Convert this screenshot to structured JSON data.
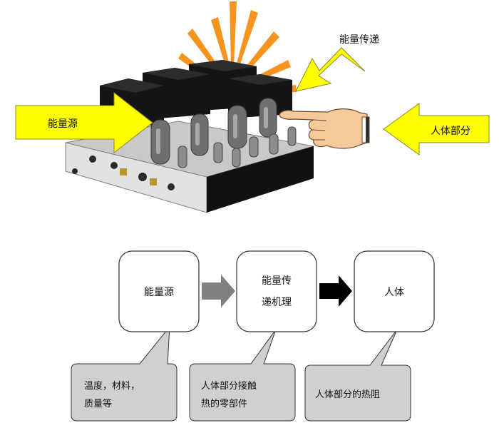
{
  "illustration": {
    "labels": {
      "energy_source": "能量源",
      "energy_transfer": "能量传递",
      "body_part": "人体部分"
    },
    "colors": {
      "arrow_fill": "#ffff00",
      "arrow_stroke": "#8a8a2a",
      "burst": "#f7941d",
      "chassis_top": "#c9c9c9",
      "chassis_front": "#e2e2e2",
      "transformer": "#151515",
      "tube_glass": "#6f6f6f",
      "skin": "#f5c99a"
    },
    "icons": [
      "tube-amplifier-icon",
      "pointing-finger-icon",
      "heat-burst-icon"
    ]
  },
  "flow": {
    "boxes": {
      "source": "能量源",
      "mechanism_line1": "能量传",
      "mechanism_line2": "递机理",
      "body": "人体"
    },
    "callouts": {
      "source_line1": "温度，材料，",
      "source_line2": "质量等",
      "mechanism_line1": "人体部分接触",
      "mechanism_line2": "热的零部件",
      "body_line1": "人体部分的热阻"
    },
    "colors": {
      "box_fill": "#ffffff",
      "box_stroke": "#333333",
      "callout_fill": "#d0d0d0",
      "callout_stroke": "#333333",
      "arrow_gray": "#808080",
      "arrow_black": "#000000"
    }
  }
}
